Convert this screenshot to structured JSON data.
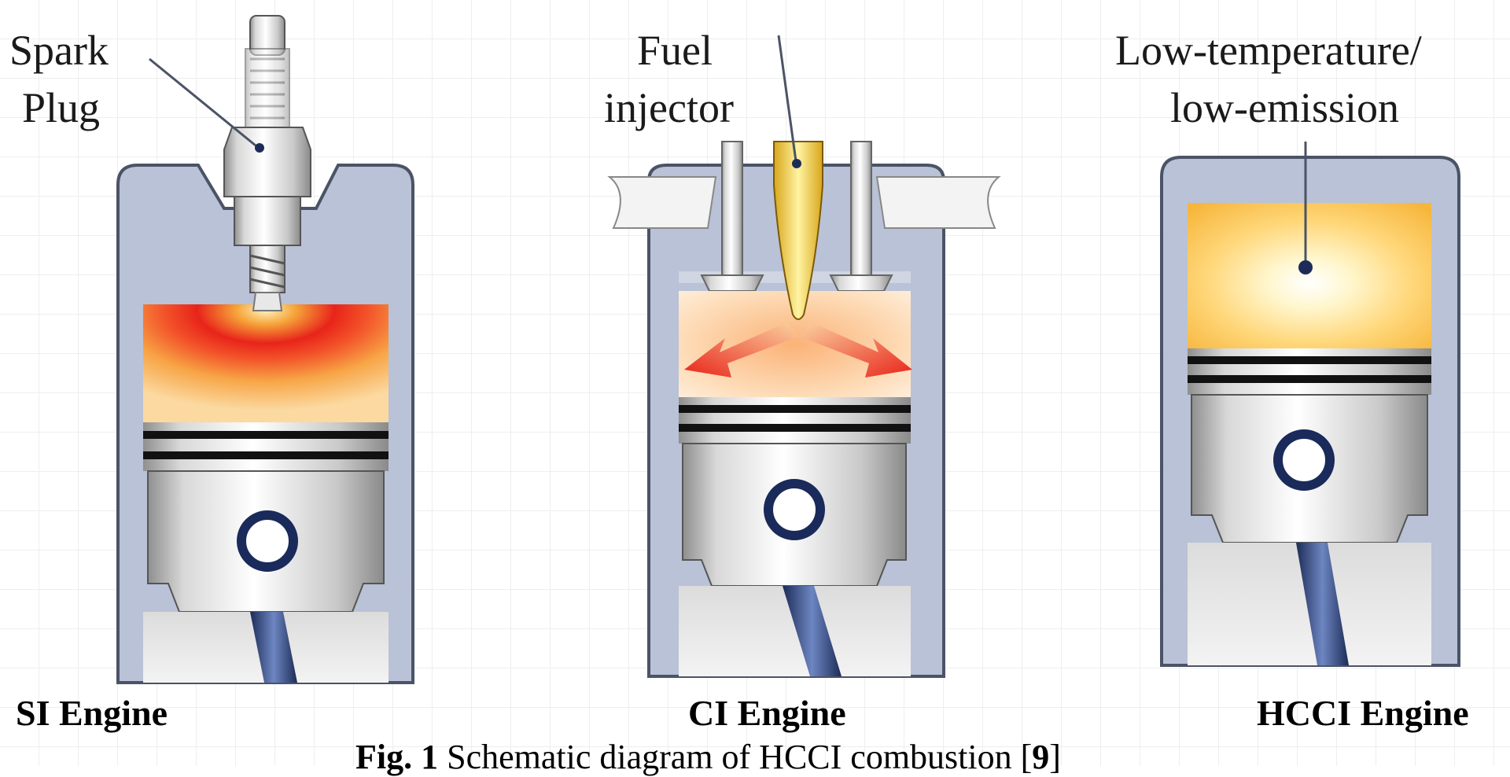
{
  "callouts": {
    "spark_plug": [
      "Spark",
      "Plug"
    ],
    "fuel_injector": [
      "Fuel",
      "injector"
    ],
    "low_temp": [
      "Low-temperature/",
      "low-emission"
    ]
  },
  "engines": {
    "si": "SI Engine",
    "ci": "CI Engine",
    "hcci": "HCCI Engine"
  },
  "caption": {
    "prefix": "Fig. 1",
    "text": " Schematic diagram of HCCI combustion [",
    "ref": "9",
    "suffix": "]"
  },
  "colors": {
    "cylinder": "#b9c2d6",
    "cylinder_edge": "#4b5366",
    "flame_core": "#e8241a",
    "flame_outer": "#f7c36a",
    "hcci_glow": "#fff6cc"
  }
}
